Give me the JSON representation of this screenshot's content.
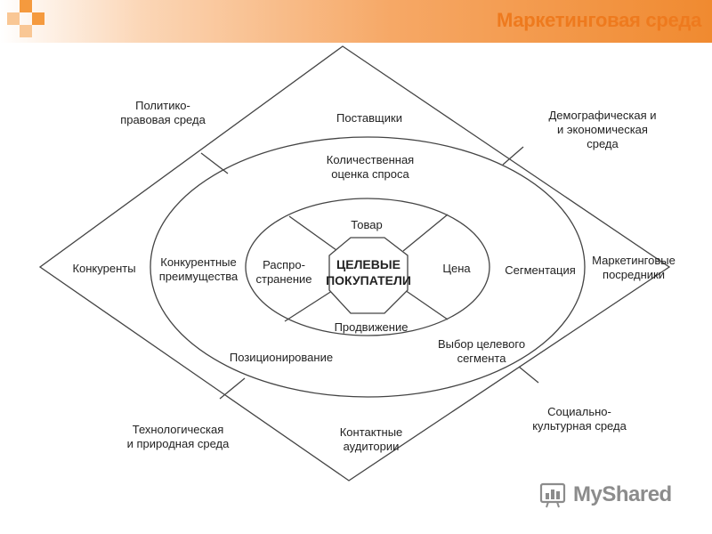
{
  "header": {
    "title": "Маркетинговая среда"
  },
  "diagram": {
    "center": "ЦЕЛЕВЫЕ\nПОКУПАТЕЛИ",
    "inner": {
      "top": "Товар",
      "right": "Цена",
      "bottom": "Продвижение",
      "left": "Распро-\nстранение"
    },
    "middle": {
      "top": "Количественная\nоценка спроса",
      "right": "Сегментация",
      "bottom_right": "Выбор целевого\nсегмента",
      "bottom_left": "Позиционирование",
      "left": "Конкурентные\nпреимущества"
    },
    "outer": {
      "top": "Поставщики",
      "right": "Маркетинговые\nпосредники",
      "bottom": "Контактные\nаудитории",
      "left": "Конкуренты"
    },
    "corners": {
      "top_left": "Политико-\nправовая среда",
      "top_right": "Демографическая и\nи экономическая среда",
      "bottom_left": "Технологическая\nи природная среда",
      "bottom_right": "Социально-\nкультурная среда"
    }
  },
  "watermark": {
    "logo_text": "MyShared",
    "icon": "bar-chart-icon"
  }
}
